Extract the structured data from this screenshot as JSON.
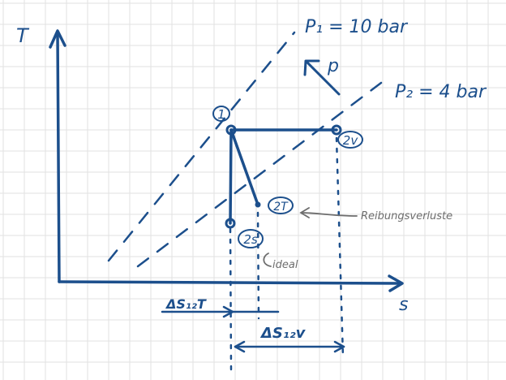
{
  "diagram": {
    "axis_y_label": "T",
    "axis_x_label": "s",
    "isobar_high_label": "P₁ = 10 bar",
    "isobar_low_label": "P₂ = 4 bar",
    "pressure_arrow_label": "p",
    "state_1_label": "1",
    "state_2s_label": "2s",
    "state_2t_label": "2T",
    "state_2v_label": "2v",
    "annotation_friction": "Reibungsverluste",
    "annotation_ideal": "ideal",
    "delta_s_12t_label": "ΔS₁₂T",
    "delta_s_12v_label": "ΔS₁₂v"
  },
  "colors": {
    "ink": "#1c4f8c",
    "pencil": "#6d6d6d",
    "grid": "#e2e2e2",
    "background": "#ffffff"
  }
}
